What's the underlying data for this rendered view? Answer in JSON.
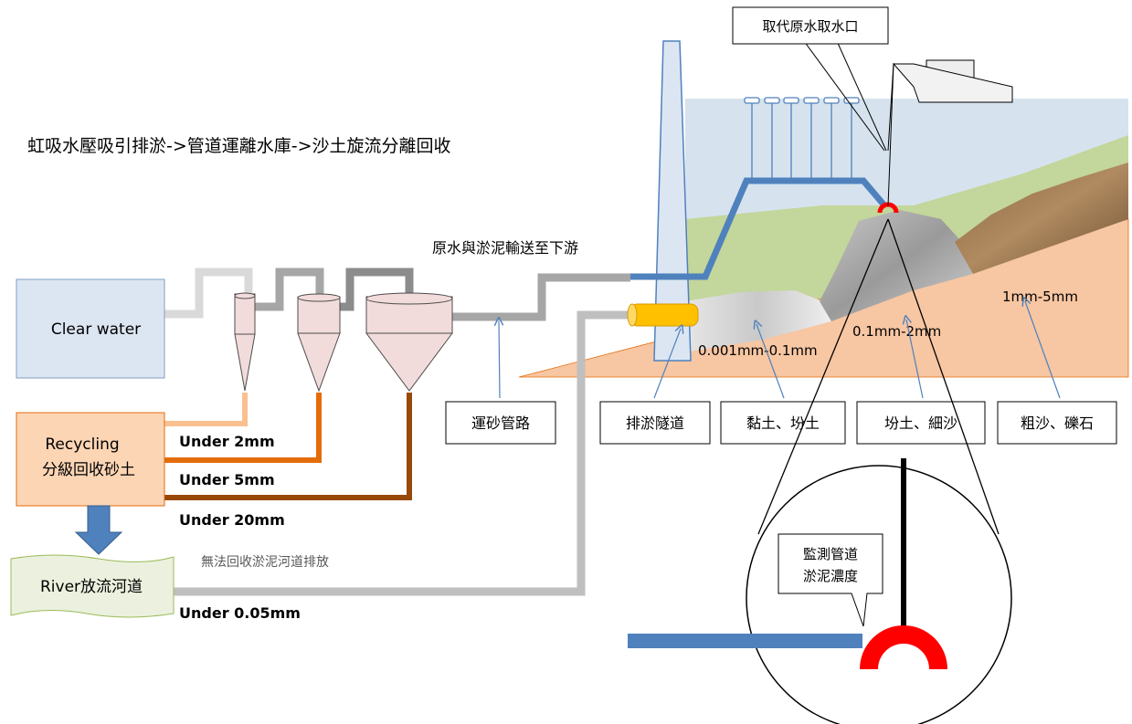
{
  "title": "虹吸水壓吸引排淤->管道運離水庫->沙土旋流分離回收",
  "labels": {
    "clear_water": "Clear water",
    "recycling_en": "Recycling",
    "recycling_zh": "分級回收砂土",
    "river": "River放流河道",
    "under_2mm": "Under 2mm",
    "under_5mm": "Under 5mm",
    "under_20mm": "Under 20mm",
    "under_005mm": "Under 0.05mm",
    "discharge_note": "無法回收淤泥河道排放",
    "transport_note": "原水與淤泥輸送至下游",
    "intake_callout": "取代原水取水口",
    "sand_pipe": "運砂管路",
    "desilting_tunnel": "排淤隧道",
    "clay": "黏土、坋土",
    "silt_sand": "坋土、細沙",
    "gravel": "粗沙、礫石",
    "size_fine": "0.001mm-0.1mm",
    "size_mid": "0.1mm-2mm",
    "size_coarse": "1mm-5mm",
    "monitor_line1": "監測管道",
    "monitor_line2": "淤泥濃度"
  },
  "colors": {
    "clear_water_fill": "#dce6f2",
    "recycling_fill": "#fcd5b5",
    "river_fill": "#ebf1de",
    "pipe_blue": "#4f81bd",
    "pipe_grey": "#bfbfbf",
    "pipe_dark_grey": "#a6a6a6",
    "pipe_orange_light": "#fac090",
    "pipe_orange": "#e46c0a",
    "pipe_brown": "#984807",
    "reservoir_water": "#d6e3ee",
    "riverbed": "#f7c6a2",
    "grass": "#c3d69b",
    "red": "#ff0000",
    "tunnel_yellow": "#ffc000"
  }
}
